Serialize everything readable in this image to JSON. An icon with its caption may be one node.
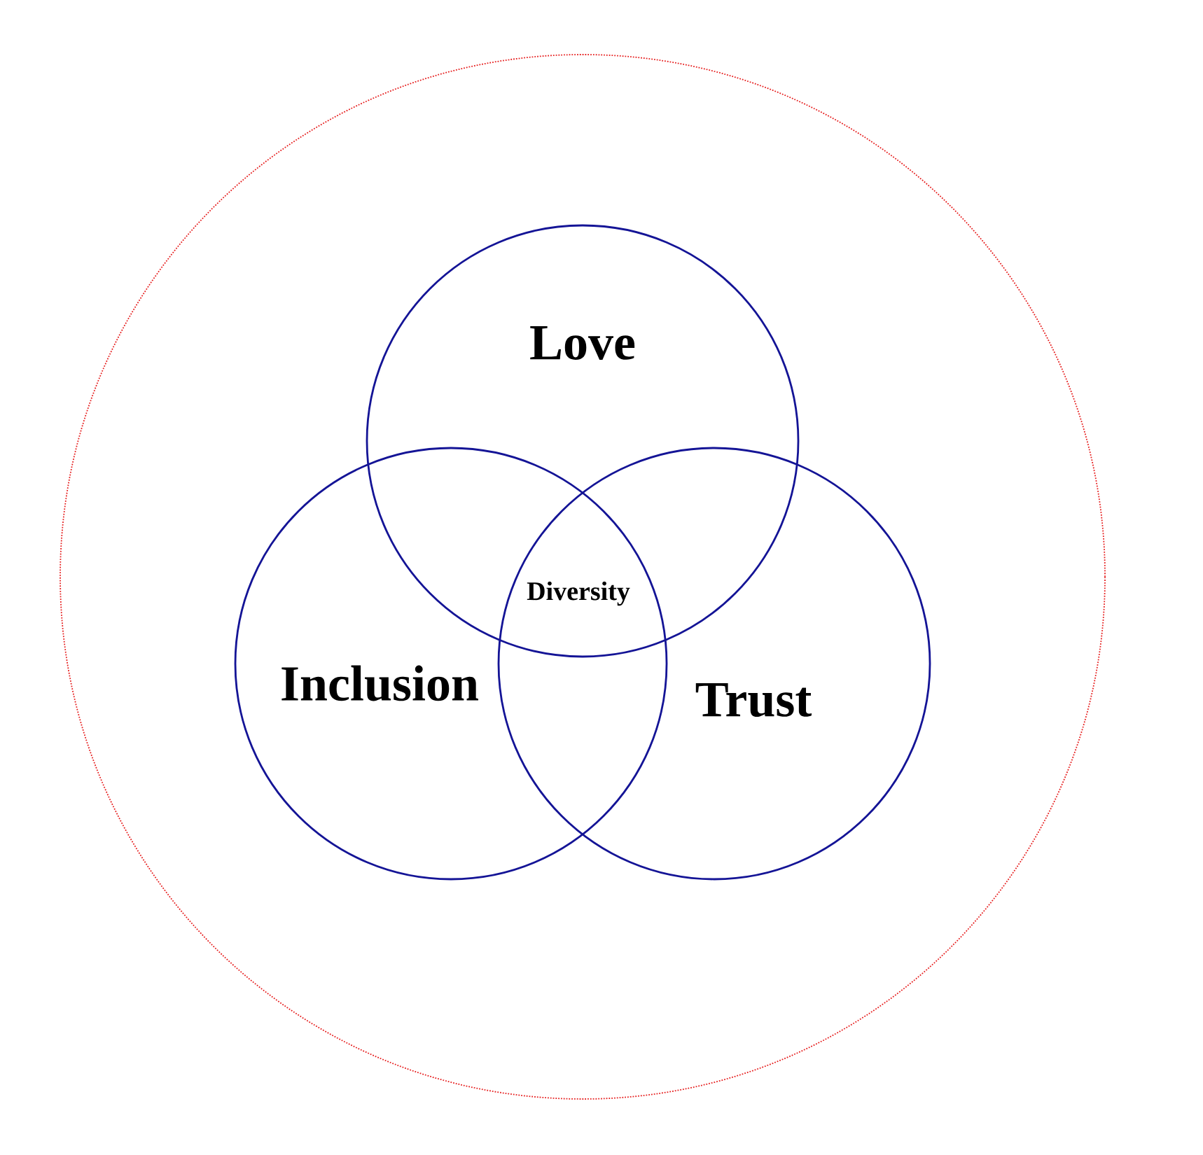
{
  "diagram": {
    "nodes": [
      {
        "text": [],
        "shape": "circle"
      },
      {
        "text": [
          "Love"
        ],
        "in": 0
      },
      {
        "text": [
          "Inclusion"
        ],
        "in": 0
      },
      {
        "text": [
          "Trust"
        ],
        "in": 0
      }
    ],
    "labels": [
      "Diversity"
    ]
  }
}
